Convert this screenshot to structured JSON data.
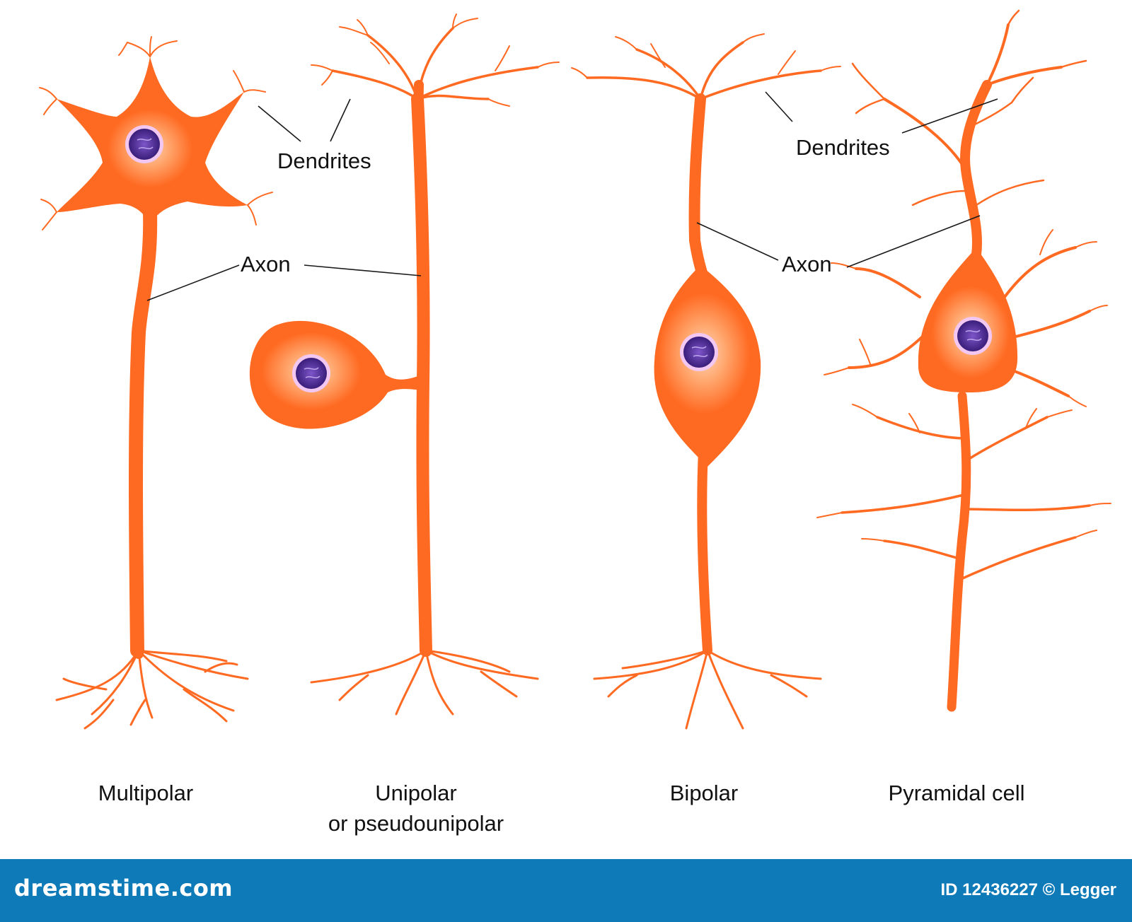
{
  "colors": {
    "cell": "#ff6a22",
    "cell_glow": "#ffd6b8",
    "nucleus": "#6a3fb5",
    "nucleus_dark": "#3a1e7a",
    "nucleus_halo": "#f2c8f2",
    "footer_bg": "#0e7ab8",
    "label": "#111111"
  },
  "labels": {
    "dendrites_left": "Dendrites",
    "dendrites_right": "Dendrites",
    "axon_left": "Axon",
    "axon_right": "Axon"
  },
  "neuron_types": [
    {
      "id": "multipolar",
      "line1": "Multipolar",
      "line2": ""
    },
    {
      "id": "unipolar",
      "line1": "Unipolar",
      "line2": "or pseudounipolar"
    },
    {
      "id": "bipolar",
      "line1": "Bipolar",
      "line2": ""
    },
    {
      "id": "pyramidal",
      "line1": "Pyramidal cell",
      "line2": ""
    }
  ],
  "footer": {
    "brand": "dreamstime.com",
    "credit": "ID 12436227 © Legger",
    "icons": [
      "swirl-logo-icon"
    ]
  }
}
